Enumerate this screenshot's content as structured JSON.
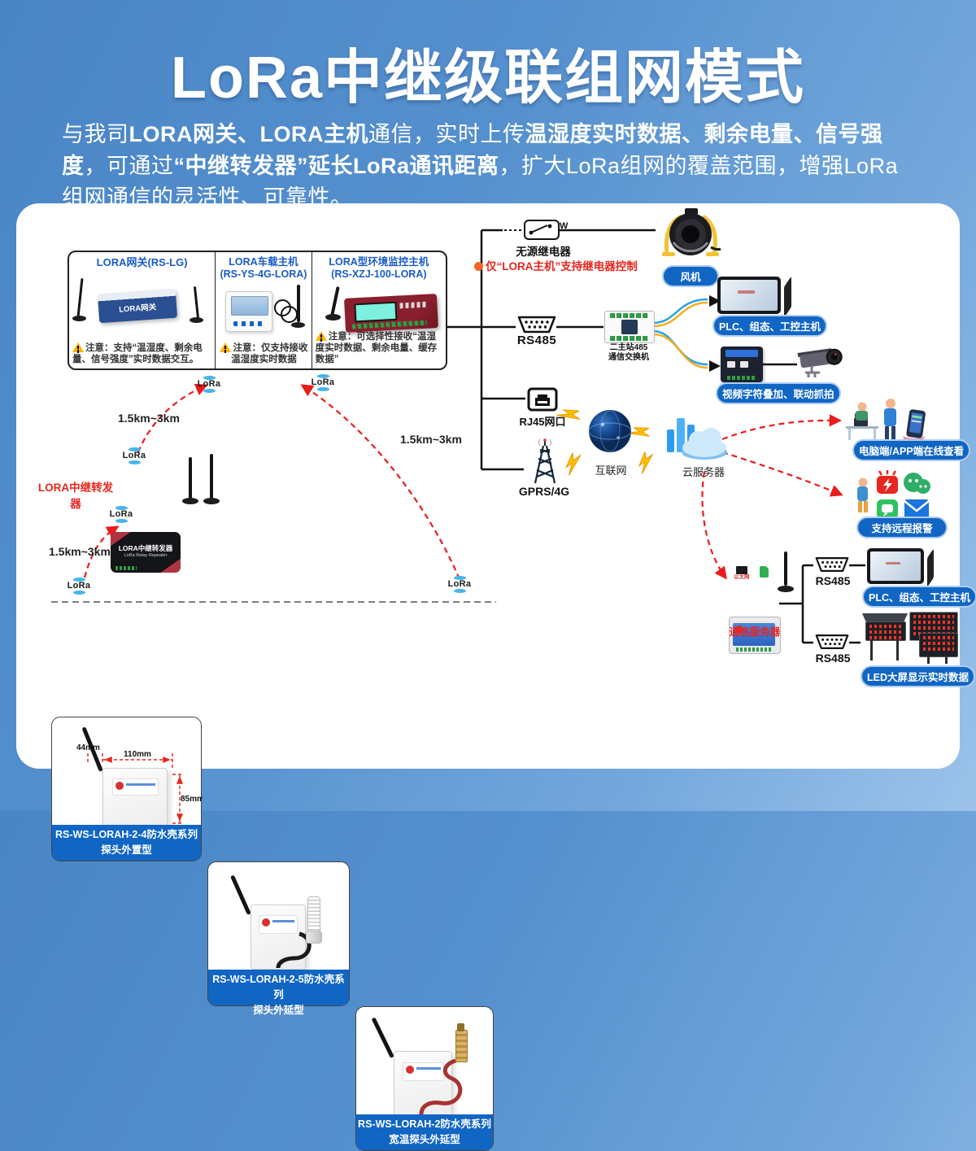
{
  "page": {
    "title": "LoRa中继级联组网模式",
    "intro": {
      "segments": [
        {
          "text": "与我司"
        },
        {
          "text": "LORA网关、LORA主机"
        },
        {
          "text": "通信，实时上传"
        },
        {
          "text": "温湿度实时数据、剩余电量、信号强度"
        },
        {
          "text": "，可通过"
        },
        {
          "text": "“中继转发器”延长LoRa通讯距离"
        },
        {
          "text": "，扩大LoRa组网的覆盖范围，增强LoRa组网通信的灵活性、可靠性。"
        }
      ]
    }
  },
  "hosts": {
    "box1": {
      "title": "LORA网关(RS-LG)",
      "device_text": "LORA网关",
      "note": "注意：支持“温湿度、剩余电量、信号强度”实时数据交互。"
    },
    "box2": {
      "title": "LORA车载主机",
      "subtitle": "(RS-YS-4G-LORA)",
      "note": "注意：仅支持接收温湿度实时数据"
    },
    "box3": {
      "title": "LORA型环境监控主机",
      "subtitle": "(RS-XZJ-100-LORA)",
      "note": "注意：可选择性接收“温湿度实时数据、剩余电量、缓存数据”"
    }
  },
  "relay": {
    "w_mark": "W",
    "label": "无源继电器",
    "warning": "仅“LORA主机”支持继电器控制",
    "fan_label": "风机"
  },
  "rs485_branch": {
    "label": "RS485",
    "switch_line1": "二主站485",
    "switch_line2": "通信交换机",
    "plc_label": "PLC、组态、工控主机",
    "video_label": "视频字符叠加、联动抓拍"
  },
  "network": {
    "rj45_label": "RJ45网口",
    "gprs_label": "GPRS/4G",
    "internet_label": "互联网",
    "cloud_label": "云服务器"
  },
  "cloud_targets": {
    "pc_label": "电脑端/APP端在线查看",
    "alarm_label": "支持远程报警"
  },
  "server_branch": {
    "server_label": "通信服务器",
    "eth_label": "以太网",
    "rs485a_label": "RS485",
    "rs485b_label": "RS485",
    "plc_label": "PLC、组态、工控主机",
    "led_label": "LED大屏显示实时数据"
  },
  "repeater": {
    "label": "LORA中继转发器",
    "device_line1": "LORA中继转发器",
    "device_line2": "LoRa Relay Repeater"
  },
  "distances": {
    "top": "1.5km~3km",
    "left": "1.5km~3km",
    "middle": "1.5km~3km"
  },
  "lora_mark": "LoRa",
  "products": [
    {
      "line1": "RS-WS-LORAH-2-4防水壳系列",
      "line2": "探头外置型",
      "dim_a": "44mm",
      "dim_w": "110mm",
      "dim_h": "85mm"
    },
    {
      "line1": "RS-WS-LORAH-2-5防水壳系列",
      "line2": "探头外延型"
    },
    {
      "line1": "RS-WS-LORAH-2防水壳系列",
      "line2": "宽温探头外延型"
    }
  ],
  "colors": {
    "badge_blue": "#1166c4",
    "title_blue": "#1a5cc6",
    "warn_red": "#e8251d",
    "lora_blue": "#45b6e8"
  }
}
